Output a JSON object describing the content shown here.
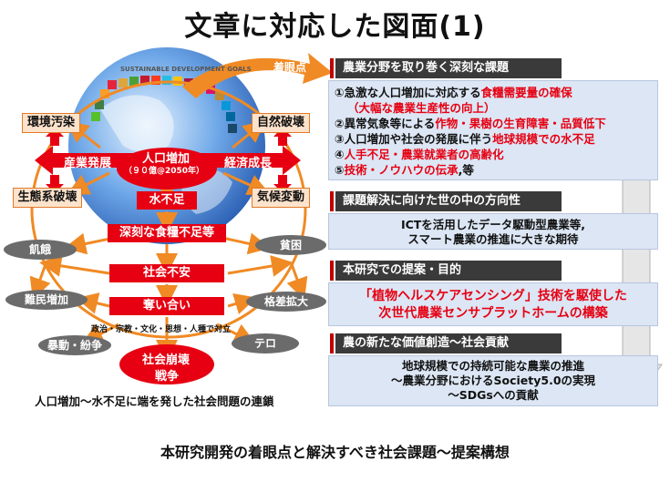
{
  "title": "文章に対応した図面(1)",
  "left": {
    "sdg_logo": "SUSTAINABLE DEVELOPMENT GOALS",
    "focus_label": "着眼点",
    "population": {
      "line1": "人口増加",
      "line2": "（９０億@2050年）"
    },
    "env_pollution": "環境汚染",
    "nature_destruction": "自然破壊",
    "industry_dev": "産業発展",
    "economic_growth": "経済成長",
    "ecosystem_destruction": "生態系破壊",
    "climate_change": "気候変動",
    "water_shortage": "水不足",
    "food_shortage": "深刻な食糧不足等",
    "hunger": "飢餓",
    "poverty": "貧困",
    "social_unrest": "社会不安",
    "refugees": "難民増加",
    "disparity": "格差拡大",
    "conflict": "奪い合い",
    "conflict_note": "政治・宗教・文化・思想・人種で対立",
    "riots": "暴動・紛争",
    "terror": "テロ",
    "collapse": {
      "line1": "社会崩壊",
      "line2": "戦争"
    },
    "chain_caption": "人口増加～水不足に端を発した社会問題の連鎖"
  },
  "right": {
    "section1": {
      "header": "農業分野を取り巻く深刻な課題",
      "lines": [
        [
          {
            "t": "①急激な人口増加に対応する",
            "red": false
          },
          {
            "t": "食糧需要量の確保",
            "red": true
          }
        ],
        [
          {
            "t": "（大幅な農業生産性の向上）",
            "red": true
          }
        ],
        [
          {
            "t": "②異常気象等による",
            "red": false
          },
          {
            "t": "作物・果樹の生育障害・品質低下",
            "red": true
          }
        ],
        [
          {
            "t": "③人口増加や社会の発展に伴う",
            "red": false
          },
          {
            "t": "地球規模での水不足",
            "red": true
          }
        ],
        [
          {
            "t": "④",
            "red": false
          },
          {
            "t": "人手不足・農業就業者の高齢化",
            "red": true
          }
        ],
        [
          {
            "t": "⑤",
            "red": false
          },
          {
            "t": "技術・ノウハウの伝承",
            "red": true
          },
          {
            "t": ",等",
            "red": false
          }
        ]
      ]
    },
    "section2": {
      "header": "課題解決に向けた世の中の方向性",
      "lines": [
        "ICTを活用したデータ駆動型農業等,",
        "スマート農業の推進に大きな期待"
      ]
    },
    "section3": {
      "header": "本研究での提案・目的",
      "lines": [
        "「植物ヘルスケアセンシング」技術を駆使した",
        "次世代農業センサプラットホームの構築"
      ]
    },
    "section4": {
      "header": "農の新たな価値創造～社会貢献",
      "lines": [
        "地球規模での持続可能な農業の推進",
        "～農業分野におけるSociety5.0の実現",
        "～SDGsへの貢献"
      ]
    }
  },
  "caption": "本研究開発の着眼点と解決すべき社会課題～提案構想",
  "colors": {
    "accent_red": "#e60012",
    "orange": "#f08a24",
    "panel_blue": "#dce6f4",
    "header_dark": "#3a3a3a",
    "oval_gray": "#6b6b6b"
  }
}
